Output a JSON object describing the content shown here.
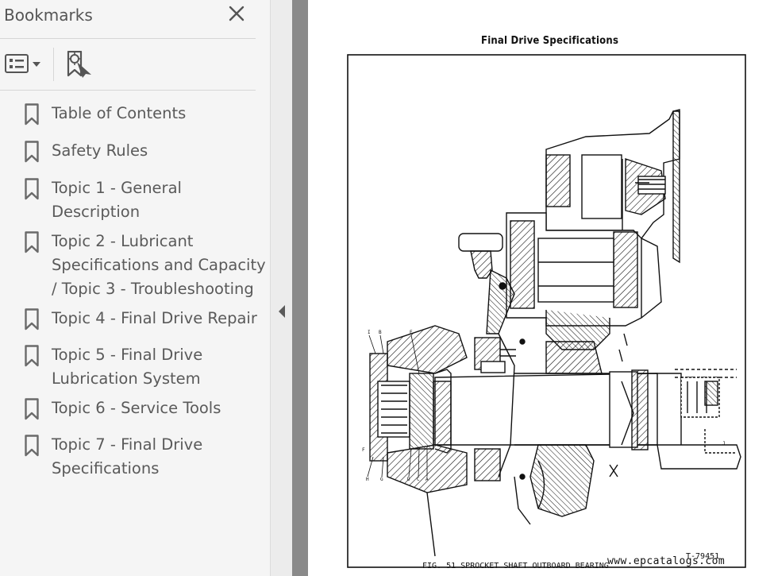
{
  "panel": {
    "title": "Bookmarks"
  },
  "bookmarks": [
    {
      "lines": [
        "Table of Contents"
      ]
    },
    {
      "lines": [
        "Safety Rules"
      ]
    },
    {
      "lines": [
        "Topic 1 - General",
        "Description"
      ]
    },
    {
      "lines": [
        "Topic 2 - Lubricant",
        "Specifications and Capacity",
        "/ Topic 3 - Troubleshooting"
      ]
    },
    {
      "lines": [
        "Topic 4 - Final Drive Repair"
      ]
    },
    {
      "lines": [
        "Topic 5 - Final Drive",
        "Lubrication System"
      ]
    },
    {
      "lines": [
        "Topic 6 - Service Tools"
      ]
    },
    {
      "lines": [
        "Topic 7 - Final Drive",
        "Specifications"
      ]
    }
  ],
  "document": {
    "title": "Final Drive Specifications",
    "figure_caption": "FIG. 51  SPROCKET SHAFT OUTBOARD BEARING",
    "figure_number": "T-79451",
    "watermark": "www.epcatalogs.com",
    "callouts_top": [
      "I",
      "B",
      "E"
    ],
    "callouts_bottom": [
      "H",
      "G",
      "D",
      "C",
      "A"
    ],
    "callout_left": "F",
    "callout_right": "J"
  },
  "colors": {
    "panel_bg": "#f5f5f5",
    "text": "#5a5a5a",
    "gutter": "#8a8a8a"
  }
}
